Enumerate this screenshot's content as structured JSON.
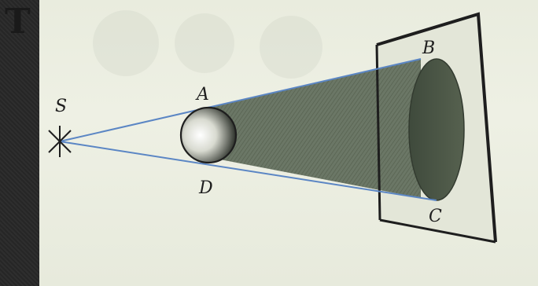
{
  "slide": {
    "title": "Т"
  },
  "diagram": {
    "points": {
      "source": "S",
      "top_tangent": "A",
      "bottom_tangent": "D",
      "screen_top": "B",
      "screen_bottom": "C"
    },
    "colors": {
      "rays": "#5b86c4",
      "shadow": "#5e6b5a",
      "screen_frame": "#1e1e1e",
      "background": "#ebeee0"
    }
  }
}
